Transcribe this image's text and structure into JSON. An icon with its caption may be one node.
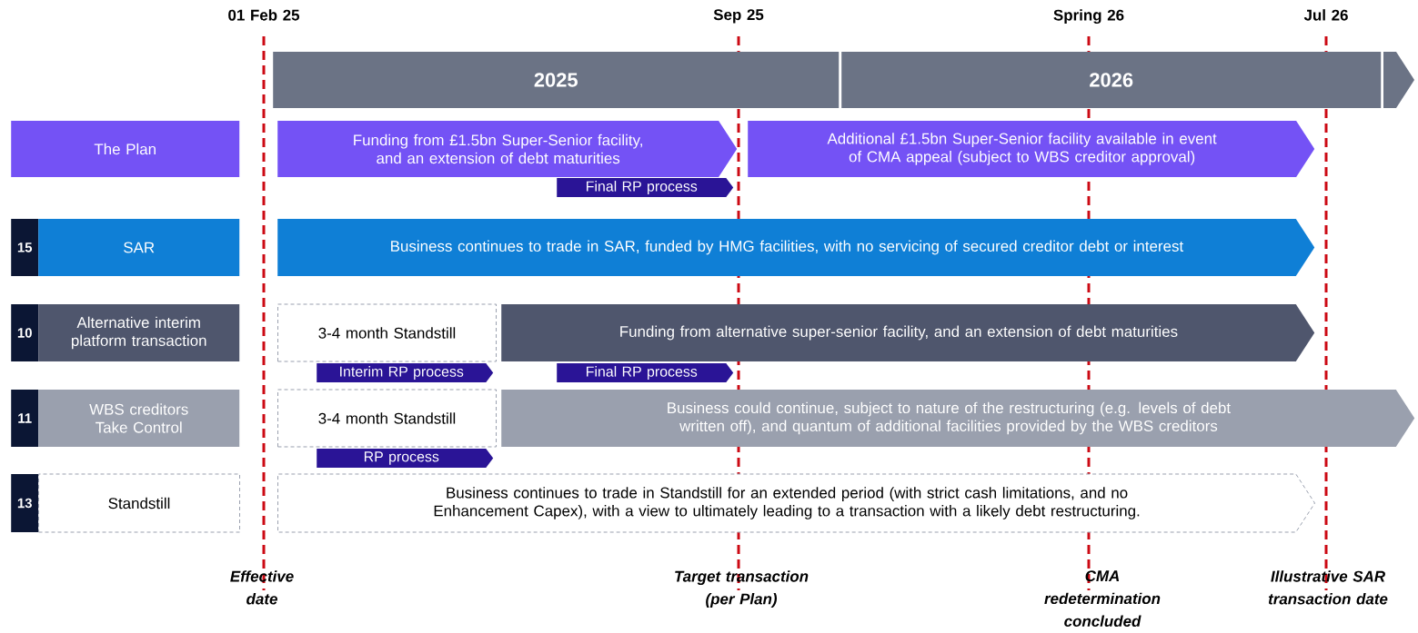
{
  "diagram": {
    "nodes": [
      {
        "text": [
          "2025"
        ]
      },
      {
        "text": [
          "2026"
        ]
      },
      {
        "text": [
          "The Plan"
        ]
      },
      {
        "text": [
          "Funding from £1.5bn Super-Senior facility, and an extension of debt maturities"
        ]
      },
      {
        "text": [
          "Additional £1.5bn Super-Senior facility available in event of CMA appeal (subject to WBS creditor approval)"
        ]
      },
      {
        "text": [
          "Final RP process"
        ]
      },
      {
        "text": [
          "15"
        ]
      },
      {
        "text": [
          "SAR"
        ]
      },
      {
        "text": [
          "Business continues to trade in SAR, funded by HMG facilities, with no servicing of secured creditor debt or interest"
        ]
      },
      {
        "text": [
          "10"
        ]
      },
      {
        "text": [
          "Alternative interim platform transaction"
        ]
      },
      {
        "text": [
          "3-4 month Standstill"
        ]
      },
      {
        "text": [
          "Funding from alternative super-senior facility, and an extension of debt maturities"
        ]
      },
      {
        "text": [
          "Interim RP process"
        ]
      },
      {
        "text": [
          "Final RP process"
        ]
      },
      {
        "text": [
          "11"
        ]
      },
      {
        "text": [
          "WBS creditors Take Control"
        ]
      },
      {
        "text": [
          "3-4 month Standstill"
        ]
      },
      {
        "text": [
          "Business could continue, subject to nature of the restructuring (e.g. levels of debt written off), and quantum of additional facilities provided by the WBS creditors"
        ]
      },
      {
        "text": [
          "RP process"
        ]
      },
      {
        "text": [
          "13"
        ]
      },
      {
        "text": [
          "Standstill"
        ]
      },
      {
        "text": [
          "Business continues to trade in Standstill for an extended period (with strict cash limitations, and no Enhancement Capex), with a view to ultimately leading to a transaction with a likely debt restructuring."
        ]
      }
    ],
    "labels": [
      "01 Feb 25",
      "Sep 25",
      "Spring 26",
      "Jul 26",
      "Effective date",
      "Target transaction (per Plan)",
      "CMA redetermination concluded",
      "Illustrative SAR transaction date"
    ]
  }
}
